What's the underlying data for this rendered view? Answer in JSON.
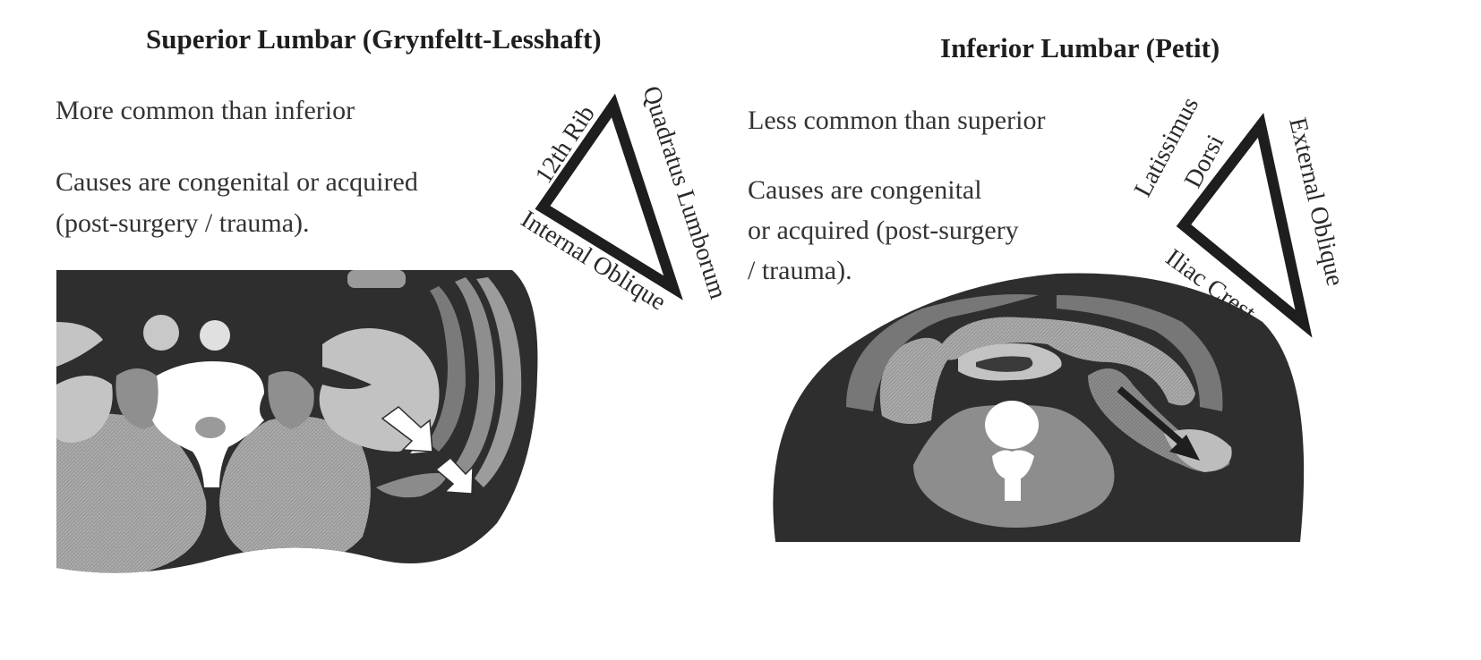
{
  "left": {
    "title": "Superior Lumbar (Grynfeltt-Lesshaft)",
    "line1": "More common than inferior",
    "line2a": "Causes are congenital or acquired",
    "line2b": "(post-surgery / trauma).",
    "triangle": {
      "side_top_left": "12th Rib",
      "side_right": "Quadratus Lumborum",
      "side_bottom": "Internal Oblique"
    }
  },
  "right": {
    "title": "Inferior Lumbar (Petit)",
    "line1": "Less common than superior",
    "line2a": "Causes are congenital",
    "line2b": "or acquired (post-surgery",
    "line2c": "/ trauma).",
    "triangle": {
      "side_top_left_a": "Latissimus",
      "side_top_left_b": "Dorsi",
      "side_right": "External Oblique",
      "side_bottom": "Iliac Crest"
    }
  }
}
